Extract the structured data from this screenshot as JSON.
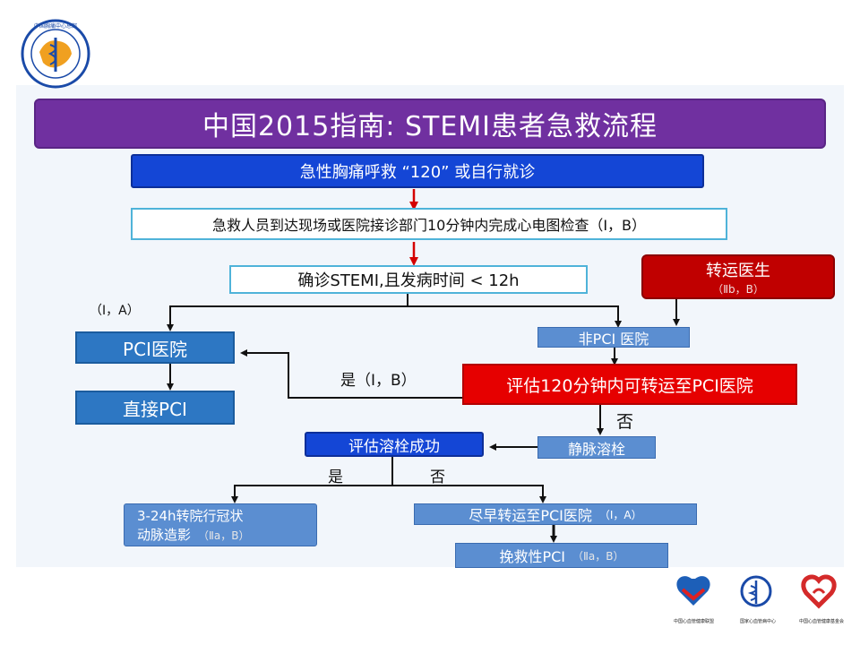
{
  "title": "中国2015指南: STEMI患者急救流程",
  "header_logo": {
    "text": "中国胸痛中心总部",
    "icon": "chest-pain-center-seal",
    "color": "#1a4aa8"
  },
  "flow": {
    "call": "急性胸痛呼救 “120” 或自行就诊",
    "ecg": "急救人员到达现场或医院接诊部门10分钟内完成心电图检查（Ⅰ，B）",
    "diagnose": "确诊STEMI,且发病时间 < 12h",
    "transfer_doctor": {
      "title": "转运医生",
      "grade": "（Ⅱb，B）"
    },
    "label_ia": "（Ⅰ，A）",
    "pci_hospital": "PCI医院",
    "direct_pci": "直接PCI",
    "non_pci_hospital": "非PCI 医院",
    "label_yes_ib": "是（Ⅰ，B）",
    "assess_transfer": "评估120分钟内可转运至PCI医院",
    "label_no": "否",
    "iv_thrombolysis": "静脉溶栓",
    "assess_thrombolysis": "评估溶栓成功",
    "label_yes": "是",
    "label_no2": "否",
    "angio": {
      "line1": "3-24h转院行冠状",
      "line2": "动脉造影",
      "grade": "（Ⅱa，B）"
    },
    "early_transfer": {
      "text": "尽早转运至PCI医院",
      "grade": "（Ⅰ，A）"
    },
    "rescue_pci": {
      "text": "挽救性PCI",
      "grade": "（Ⅱa，B）"
    }
  },
  "footer_logos": [
    {
      "icon": "heart-hands-icon",
      "caption": "中国心血管健康联盟"
    },
    {
      "icon": "caduceus-icon",
      "caption": "国家心血管病中心"
    },
    {
      "icon": "heart-ribbon-icon",
      "caption": "中国心血管健康基金会"
    }
  ],
  "colors": {
    "title": "#7030a0",
    "call": "#1446d6",
    "arrow": "#d40000",
    "pci": "#2d77c3",
    "red": "#e60000",
    "dark_red": "#c00000",
    "light_blue": "#5b8ed1"
  }
}
